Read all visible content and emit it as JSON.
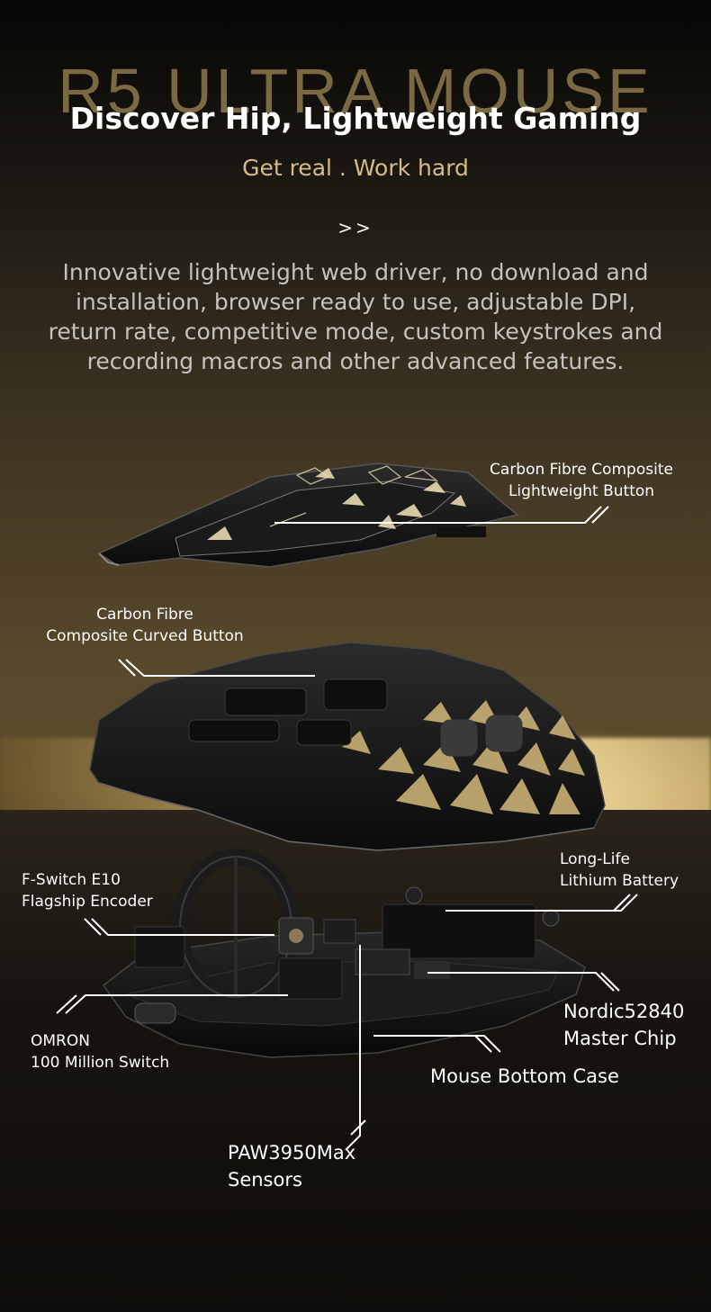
{
  "header": {
    "ghost_title": "R5 ULTRA MOUSE",
    "title": "Discover Hip, Lightweight Gaming",
    "subtitle": "Get real . Work hard",
    "arrows": ">>",
    "description": "Innovative lightweight web driver, no download and installation, browser ready to use, adjustable DPI, return rate, competitive mode, custom keystrokes and recording macros and other advanced features."
  },
  "callouts": {
    "top_button": [
      "Carbon Fibre Composite",
      "Lightweight Button"
    ],
    "curved_button": [
      "Carbon Fibre",
      "Composite Curved Button"
    ],
    "battery": [
      "Long-Life",
      "Lithium Battery"
    ],
    "encoder": [
      "F-Switch E10",
      "Flagship Encoder"
    ],
    "chip": [
      "Nordic52840",
      "Master Chip"
    ],
    "switch": [
      "OMRON",
      "100 Million Switch"
    ],
    "bottom_case": "Mouse Bottom Case",
    "sensor": [
      "PAW3950Max",
      "Sensors"
    ]
  },
  "colors": {
    "accent_gold": "#d6bb86",
    "text_white": "#ffffff",
    "text_grey": "#c4c2be"
  }
}
